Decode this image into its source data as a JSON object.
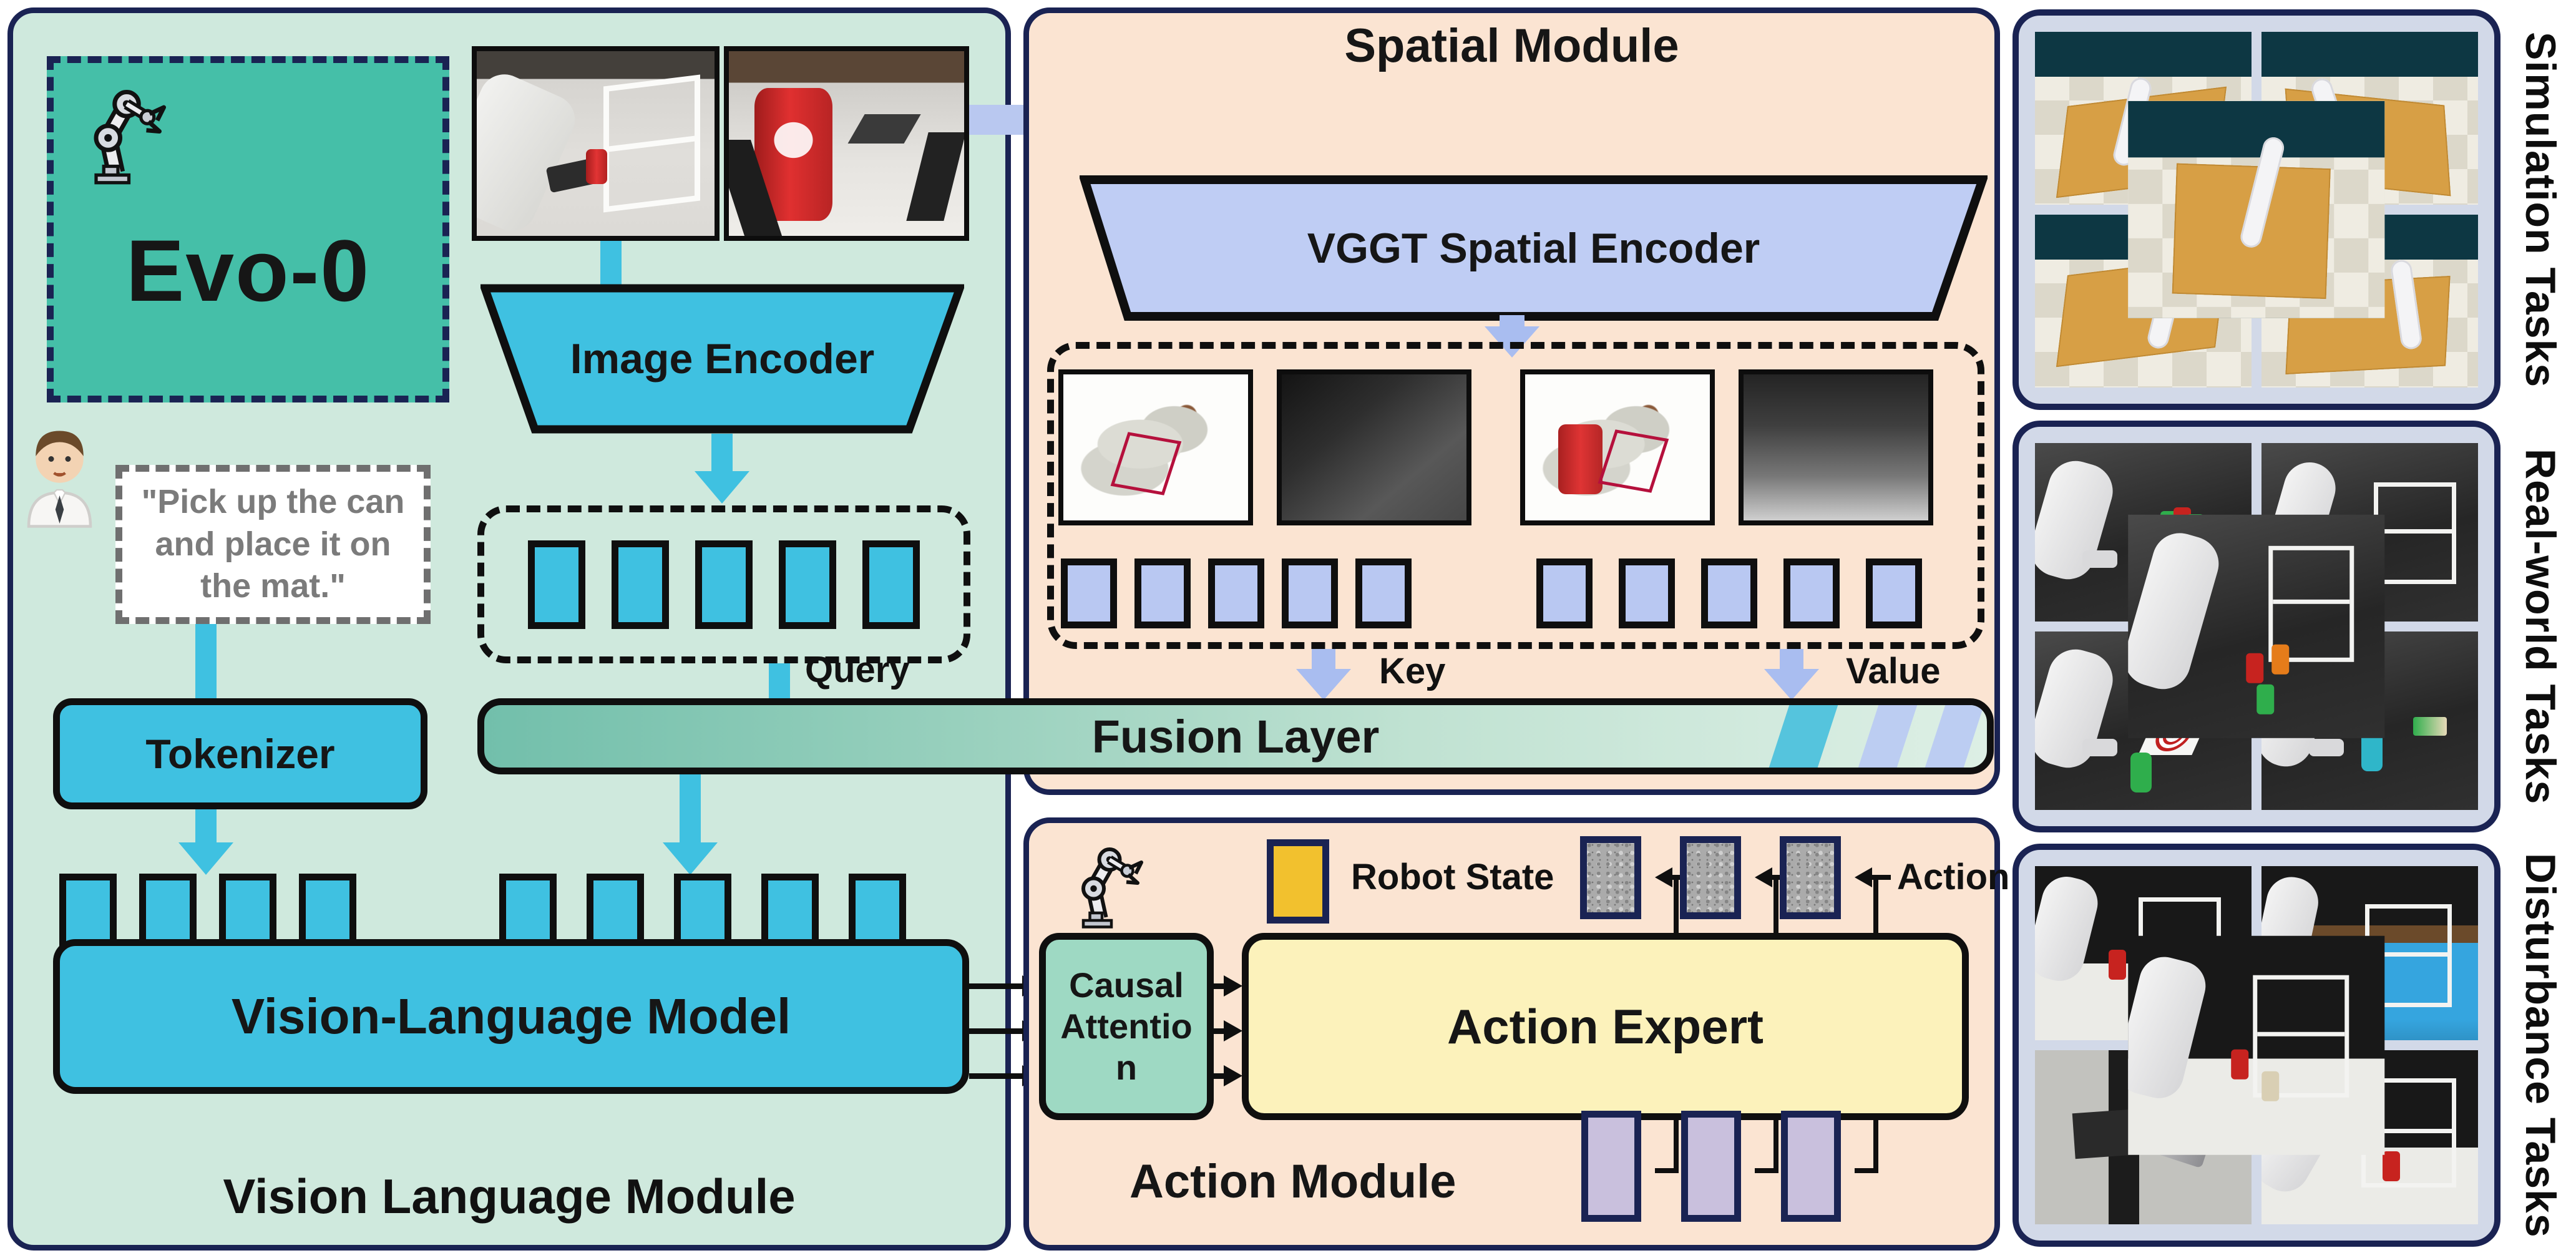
{
  "figure": {
    "name": "Evo-0"
  },
  "colors": {
    "navy": "#1a2353",
    "teal": "#45bfa8",
    "cyan": "#3fc1e1",
    "mint_panel": "#cfe9dd",
    "peach_panel": "#fbe4d2",
    "periwinkle": "#bfcdf4",
    "mint_box": "#9ed9c3",
    "yellow_box": "#fcf2bb",
    "gold": "#f2c12e",
    "lavender": "#c9c0dd",
    "task_panel_blue": "#d2d9e8"
  },
  "vision_language_module": {
    "model_name": "Evo-0",
    "instruction": "\"Pick up the can and place it on the mat.\"",
    "image_encoder_label": "Image Encoder",
    "tokenizer_label": "Tokenizer",
    "query_label": "Query",
    "vlm_label": "Vision-Language Model",
    "module_label": "Vision Language Module",
    "camera_views": [
      "wrist-camera-photo",
      "front-camera-photo"
    ],
    "encoder_token_count": 5,
    "text_token_count": 4,
    "image_token_count": 5
  },
  "spatial_module": {
    "title": "Spatial Module",
    "encoder_label": "VGGT Spatial Encoder",
    "key_label": "Key",
    "value_label": "Value",
    "images": [
      "pointcloud-view-1",
      "depth-map-1",
      "pointcloud-view-2",
      "depth-map-2"
    ],
    "tokens_per_group": 5
  },
  "fusion": {
    "label": "Fusion Layer"
  },
  "action_module": {
    "title": "Action Module",
    "causal_attention_label": "Causal Attention",
    "action_expert_label": "Action Expert",
    "robot_state_label": "Robot State",
    "action_label": "Action",
    "noise_token_count": 3,
    "action_token_count": 3
  },
  "task_panels": [
    {
      "label": "Simulation Tasks",
      "photo_count": 5
    },
    {
      "label": "Real-world Tasks",
      "photo_count": 5
    },
    {
      "label": "Disturbance Tasks",
      "photo_count": 5
    }
  ]
}
